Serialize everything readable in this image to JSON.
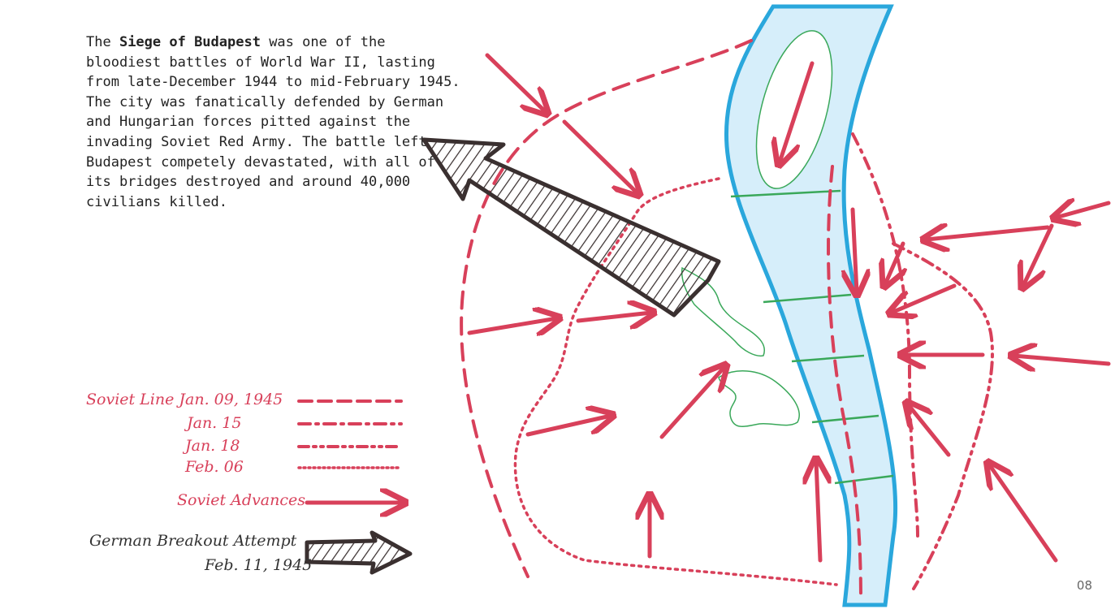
{
  "intro": {
    "pre": "The ",
    "strong": "Siege of Budapest",
    "post": " was one of the bloodiest battles of World War II, lasting from late-December 1944 to mid-February 1945.  The city was fanatically defended by German and Hungarian forces pitted against the invading Soviet Red Army.  The battle left Budapest competely devastated, with all of its bridges destroyed and around 40,000 civilians killed."
  },
  "legend": {
    "line1": "Soviet Line  Jan. 09, 1945",
    "line2": "Jan. 15",
    "line3": "Jan. 18",
    "line4": "Feb. 06",
    "advances": "Soviet Advances",
    "breakout_line1": "German Breakout Attempt",
    "breakout_line2": "Feb. 11, 1945"
  },
  "slide_number": "08",
  "colors": {
    "soviet_red": "#d8405a",
    "river_fill": "#d6eefa",
    "river_edge": "#2aa7dc",
    "bridge_green": "#3aa85a",
    "german_arrow": "#3a3030"
  },
  "icons": {
    "soviet_arrow": "red-arrow-icon",
    "german_arrow": "hatched-black-arrow-icon"
  }
}
